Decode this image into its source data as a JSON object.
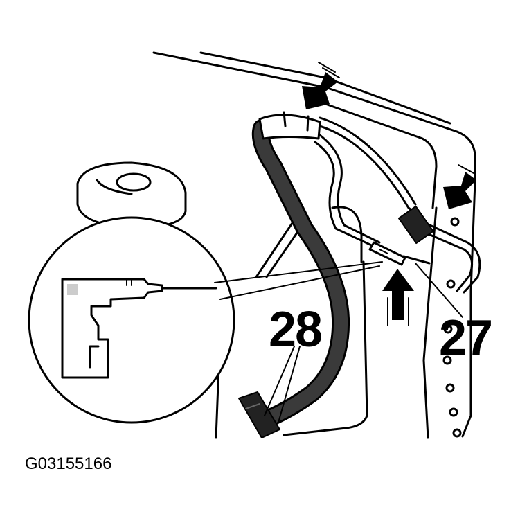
{
  "callouts": {
    "part_28": "28",
    "part_27": "27"
  },
  "figure_id": "G03155166",
  "colors": {
    "ink": "#000000",
    "paper": "#ffffff",
    "belt": "#3a3a3a",
    "drill_grey": "#cccccc"
  }
}
